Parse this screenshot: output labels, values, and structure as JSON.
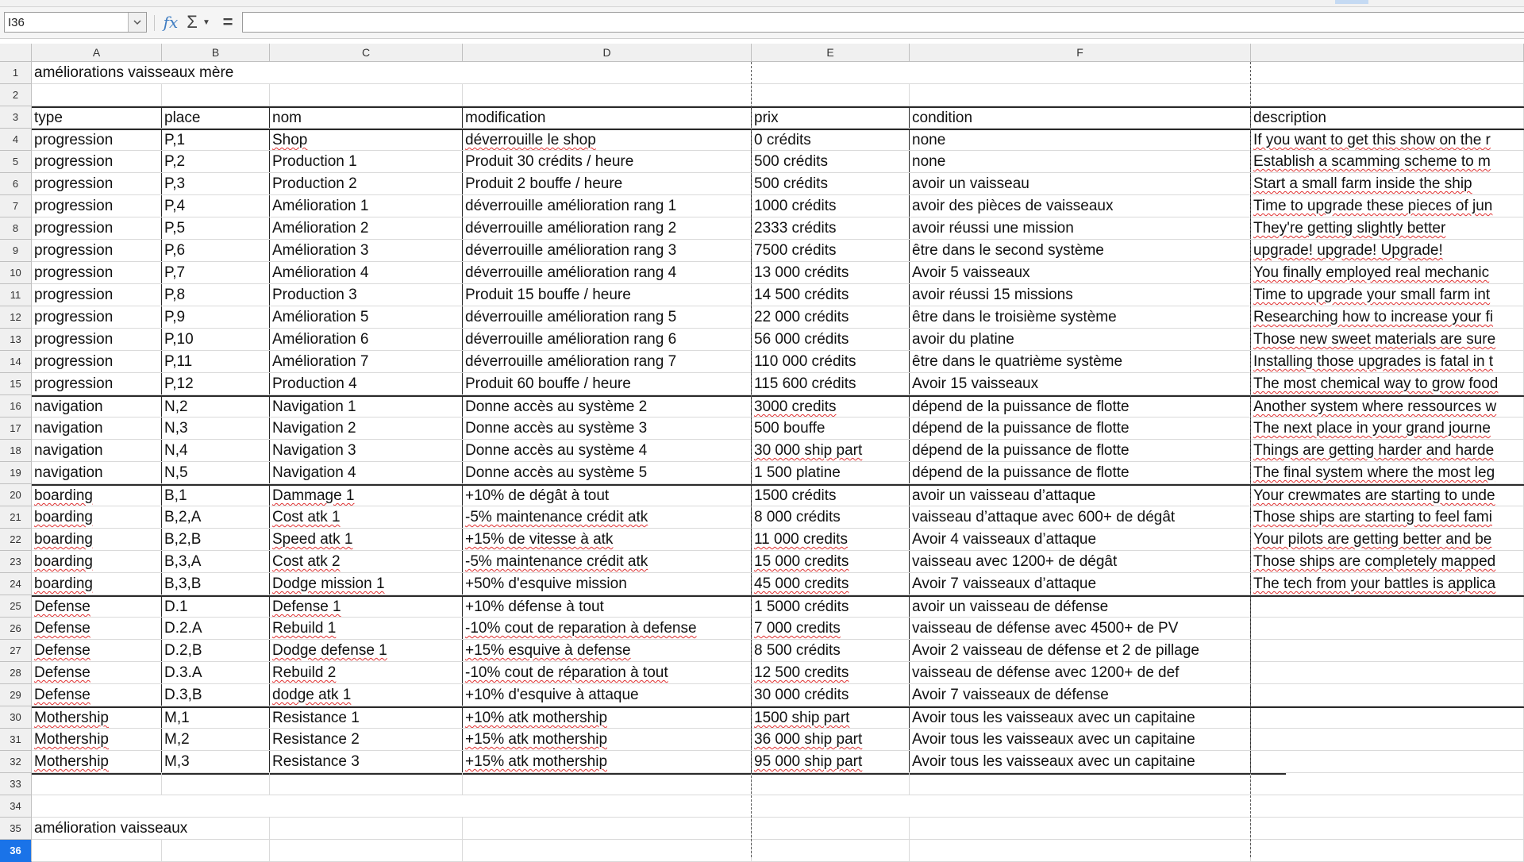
{
  "formula_bar": {
    "name_box": "I36",
    "fx_icon": "function-wizard-icon",
    "sigma_icon": "sum-icon",
    "equals_icon": "formula-equals-icon",
    "formula": ""
  },
  "columns": [
    "A",
    "B",
    "C",
    "D",
    "E",
    "F",
    ""
  ],
  "rows_numbers": [
    "1",
    "2",
    "3",
    "4",
    "5",
    "6",
    "7",
    "8",
    "9",
    "10",
    "11",
    "12",
    "13",
    "14",
    "15",
    "16",
    "17",
    "18",
    "19",
    "20",
    "21",
    "22",
    "23",
    "24",
    "25",
    "26",
    "27",
    "28",
    "29",
    "30",
    "31",
    "32",
    "33",
    "34",
    "35",
    "36"
  ],
  "active_row": "36",
  "cells": {
    "title1": "améliorations vaisseaux mère",
    "title2": "amélioration vaisseaux",
    "header": [
      "type",
      "place",
      "nom",
      "modification",
      "prix",
      "condition",
      "description"
    ],
    "data": [
      [
        "progression",
        "P,1",
        "Shop",
        "déverrouille le shop",
        "0 crédits",
        "none",
        "If you want to get this show on the r"
      ],
      [
        "progression",
        "P,2",
        "Production 1",
        "Produit 30 crédits / heure",
        "500 crédits",
        "none",
        "Establish a scamming scheme to m"
      ],
      [
        "progression",
        "P,3",
        "Production 2",
        "Produit 2 bouffe / heure",
        "500 crédits",
        "avoir un vaisseau",
        "Start a small farm inside the ship"
      ],
      [
        "progression",
        "P,4",
        "Amélioration 1",
        "déverrouille amélioration rang 1",
        "1000 crédits",
        "avoir des pièces de vaisseaux",
        "Time to upgrade these pieces of jun"
      ],
      [
        "progression",
        "P,5",
        "Amélioration 2",
        "déverrouille amélioration rang 2",
        "2333 crédits",
        "avoir réussi une mission",
        "They're getting slightly better"
      ],
      [
        "progression",
        "P,6",
        "Amélioration 3",
        "déverrouille amélioration rang 3",
        "7500 crédits",
        "être dans le second système",
        "upgrade! upgrade! Upgrade!"
      ],
      [
        "progression",
        "P,7",
        "Amélioration 4",
        "déverrouille amélioration rang 4",
        "13 000 crédits",
        "Avoir 5 vaisseaux",
        "You finally employed real mechanic"
      ],
      [
        "progression",
        "P,8",
        "Production 3",
        "Produit 15 bouffe / heure",
        "14 500 crédits",
        "avoir réussi 15 missions",
        "Time to upgrade your small farm int"
      ],
      [
        "progression",
        "P,9",
        "Amélioration 5",
        "déverrouille amélioration rang 5",
        "22 000 crédits",
        "être dans le troisième système",
        "Researching how to increase your fi"
      ],
      [
        "progression",
        "P,10",
        "Amélioration 6",
        "déverrouille amélioration rang 6",
        "56 000 crédits",
        "avoir du platine",
        "Those new sweet materials are sure"
      ],
      [
        "progression",
        "P,11",
        "Amélioration 7",
        "déverrouille amélioration rang 7",
        "110 000 crédits",
        "être dans le quatrième système",
        "Installing those upgrades is fatal in t"
      ],
      [
        "progression",
        "P,12",
        "Production 4",
        "Produit 60 bouffe / heure",
        "115 600 crédits",
        "Avoir 15 vaisseaux",
        "The most chemical way to grow food"
      ],
      [
        "navigation",
        "N,2",
        "Navigation 1",
        "Donne accès au système 2",
        "3000 credits",
        "dépend de la puissance de flotte",
        "Another system where ressources w"
      ],
      [
        "navigation",
        "N,3",
        "Navigation 2",
        "Donne accès au système 3",
        "500 bouffe",
        "dépend de la puissance de flotte",
        "The next place in your grand journe"
      ],
      [
        "navigation",
        "N,4",
        "Navigation 3",
        "Donne accès au système 4",
        "30 000 ship part",
        "dépend de la puissance de flotte",
        "Things are getting harder and harde"
      ],
      [
        "navigation",
        "N,5",
        "Navigation 4",
        "Donne accès au système 5",
        "1 500 platine",
        "dépend de la puissance de flotte",
        "The final system where the most leg"
      ],
      [
        "boarding",
        "B,1",
        "Dammage 1",
        "+10% de dégât à tout",
        "1500 crédits",
        "avoir un vaisseau d’attaque",
        "Your crewmates are starting to unde"
      ],
      [
        "boarding",
        "B,2,A",
        "Cost atk 1",
        "-5% maintenance crédit atk",
        "8 000 crédits",
        "vaisseau d’attaque avec 600+ de dégât",
        "Those ships are starting to feel fami"
      ],
      [
        "boarding",
        "B,2,B",
        "Speed atk 1",
        "+15% de vitesse à atk",
        "11 000 credits",
        "Avoir 4 vaisseaux d’attaque",
        "Your pilots are getting better and be"
      ],
      [
        "boarding",
        "B,3,A",
        "Cost atk 2",
        "-5% maintenance crédit atk",
        "15 000 credits",
        "vaisseau avec 1200+ de dégât",
        "Those ships are completely mapped"
      ],
      [
        "boarding",
        "B,3,B",
        "Dodge mission 1",
        "+50% d'esquive mission",
        "45 000 credits",
        "Avoir 7 vaisseaux d’attaque",
        "The tech from your battles is applica"
      ],
      [
        "Defense",
        "D.1",
        "Defense 1",
        "+10% défense à tout",
        "1 5000 crédits",
        "avoir un vaisseau de défense",
        ""
      ],
      [
        "Defense",
        "D.2.A",
        "Rebuild 1",
        "-10% cout de reparation à defense",
        "7 000 credits",
        "vaisseau de défense avec 4500+ de PV",
        ""
      ],
      [
        "Defense",
        "D.2,B",
        "Dodge defense 1",
        "+15% esquive à defense",
        "8 500 crédits",
        "Avoir 2 vaisseau de défense et 2 de pillage",
        ""
      ],
      [
        "Defense",
        "D.3.A",
        "Rebuild 2",
        "-10% cout de réparation à tout",
        "12 500 credits",
        "vaisseau de défense avec 1200+ de def",
        ""
      ],
      [
        "Defense",
        "D.3,B",
        "dodge atk 1",
        "+10% d'esquive à attaque",
        "30 000 crédits",
        "Avoir 7 vaisseaux de défense",
        ""
      ],
      [
        "Mothership",
        "M,1",
        "Resistance 1",
        "+10% atk mothership",
        "1500 ship part",
        "Avoir tous les vaisseaux avec un capitaine",
        ""
      ],
      [
        "Mothership",
        "M,2",
        "Resistance 2",
        "+15% atk mothership",
        "36 000 ship part",
        "Avoir tous les vaisseaux avec un capitaine",
        ""
      ],
      [
        "Mothership",
        "M,3",
        "Resistance 3",
        "+15% atk mothership",
        "95 000 ship part",
        "Avoir tous les vaisseaux avec un capitaine",
        ""
      ]
    ]
  },
  "colors": {
    "active_row_header": "#1a73e8",
    "spellcheck_underline": "#e03030",
    "fx_icon": "#3e7cc1"
  }
}
